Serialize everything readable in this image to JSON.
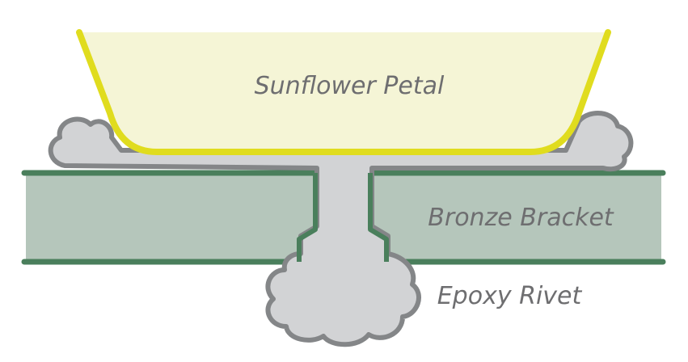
{
  "labels": {
    "petal": "Sunflower Petal",
    "bracket": "Bronze Bracket",
    "rivet": "Epoxy Rivet"
  },
  "colors": {
    "petal_fill": "#f5f5d6",
    "petal_stroke": "#e0dc1e",
    "bracket_fill": "#b5c6bb",
    "bracket_stroke": "#4a7f5c",
    "rivet_fill": "#d2d3d5",
    "rivet_stroke": "#848688",
    "label_text": "#6e6e70"
  }
}
